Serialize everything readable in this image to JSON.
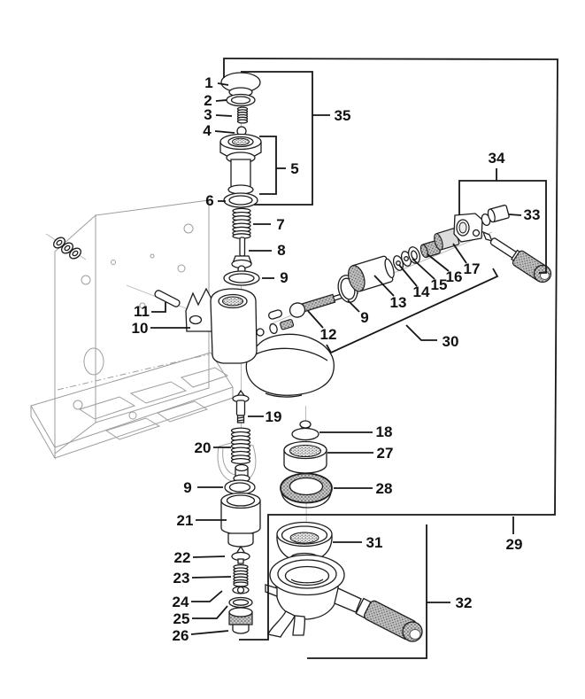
{
  "figure": {
    "type": "exploded-parts-diagram",
    "subject": "Lever espresso machine brew group exploded parts view",
    "background_color": "#ffffff",
    "line_color": "#1c1c1c",
    "light_line_color": "#9e9e9e",
    "label_color": "#111111",
    "part_count_max": 35
  },
  "callouts": {
    "c1": "1",
    "c2": "2",
    "c3": "3",
    "c4": "4",
    "c5": "5",
    "c6": "6",
    "c7": "7",
    "c8": "8",
    "c9a": "9",
    "c9b": "9",
    "c9c": "9",
    "c10": "10",
    "c11": "11",
    "c12": "12",
    "c13": "13",
    "c14": "14",
    "c15": "15",
    "c16": "16",
    "c17": "17",
    "c18": "18",
    "c19": "19",
    "c20": "20",
    "c21": "21",
    "c22": "22",
    "c23": "23",
    "c24": "24",
    "c25": "25",
    "c26": "26",
    "c27": "27",
    "c28": "28",
    "c29": "29",
    "c30": "30",
    "c31": "31",
    "c32": "32",
    "c33": "33",
    "c34": "34",
    "c35": "35"
  }
}
